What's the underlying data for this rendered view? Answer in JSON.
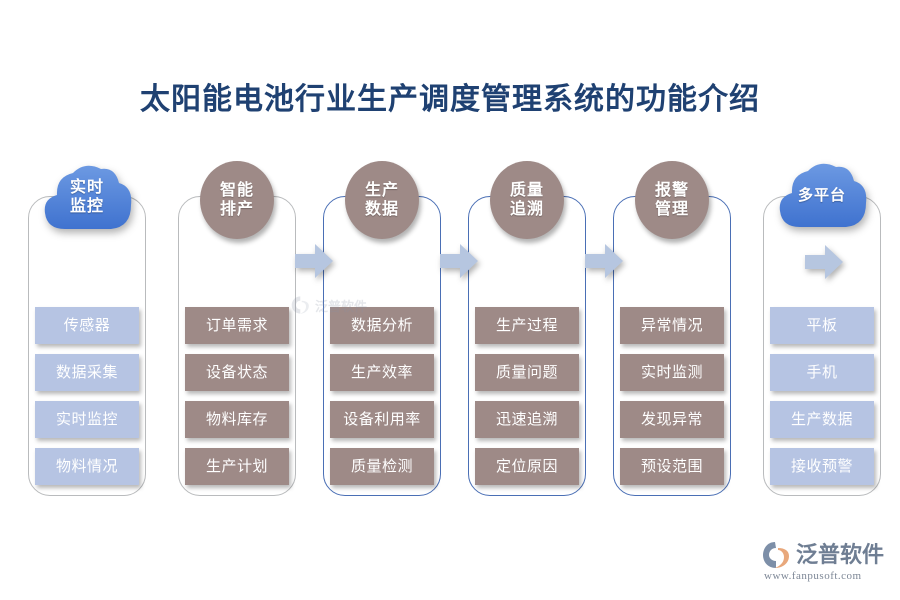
{
  "page": {
    "title": "太阳能电池行业生产调度管理系统的功能介绍",
    "background_color": "#ffffff",
    "title_color": "#1F4172"
  },
  "colors": {
    "cloud_blue": "#4f83d8",
    "ellipse_brown": "#9e8a87",
    "chip_lavender": "#b6c4e3",
    "chip_brown": "#9e8a87",
    "arrow_blue": "#b6c6e0",
    "border_grey": "#b9bbbd",
    "border_blue": "#4a6fb5"
  },
  "columns": [
    {
      "id": "realtime-monitoring",
      "header": {
        "line1": "实时",
        "line2": "监控",
        "shape": "cloud"
      },
      "border": "grey",
      "chip_style": "lavender",
      "items": [
        "传感器",
        "数据采集",
        "实时监控",
        "物料情况"
      ]
    },
    {
      "id": "smart-scheduling",
      "header": {
        "line1": "智能",
        "line2": "排产",
        "shape": "ellipse"
      },
      "border": "grey",
      "chip_style": "brown",
      "items": [
        "订单需求",
        "设备状态",
        "物料库存",
        "生产计划"
      ]
    },
    {
      "id": "production-data",
      "header": {
        "line1": "生产",
        "line2": "数据",
        "shape": "ellipse"
      },
      "border": "blue",
      "chip_style": "brown",
      "items": [
        "数据分析",
        "生产效率",
        "设备利用率",
        "质量检测"
      ]
    },
    {
      "id": "quality-traceability",
      "header": {
        "line1": "质量",
        "line2": "追溯",
        "shape": "ellipse"
      },
      "border": "blue",
      "chip_style": "brown",
      "items": [
        "生产过程",
        "质量问题",
        "迅速追溯",
        "定位原因"
      ]
    },
    {
      "id": "alarm-management",
      "header": {
        "line1": "报警",
        "line2": "管理",
        "shape": "ellipse"
      },
      "border": "blue",
      "chip_style": "brown",
      "items": [
        "异常情况",
        "实时监测",
        "发现异常",
        "预设范围"
      ]
    },
    {
      "id": "multi-platform",
      "header": {
        "line1": "多平台",
        "line2": "",
        "shape": "cloud"
      },
      "border": "grey",
      "chip_style": "lavender",
      "items": [
        "平板",
        "手机",
        "生产数据",
        "接收预警"
      ]
    }
  ],
  "arrows": [
    {
      "id": "arrow-1-2",
      "icon": "arrow-right-icon"
    },
    {
      "id": "arrow-2-3",
      "icon": "arrow-right-icon"
    },
    {
      "id": "arrow-3-4",
      "icon": "arrow-right-icon"
    },
    {
      "id": "arrow-4-5",
      "icon": "arrow-right-icon"
    },
    {
      "id": "arrow-inner-6",
      "icon": "arrow-right-icon"
    }
  ],
  "logo": {
    "name": "泛普软件",
    "url": "www.fanpusoft.com",
    "mark": "fanpu-logo-icon"
  },
  "watermark": {
    "text": "泛普软件"
  }
}
